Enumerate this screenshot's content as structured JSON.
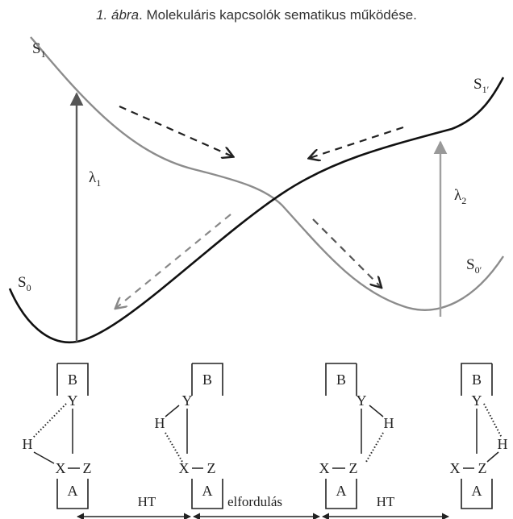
{
  "caption": {
    "label": "1. ábra",
    "text": ". Molekuláris kapcsolók sematikus működése."
  },
  "states": {
    "s1": {
      "main": "S",
      "sub": "1"
    },
    "s1p": {
      "main": "S",
      "sub": "1′"
    },
    "s0": {
      "main": "S",
      "sub": "0"
    },
    "s0p": {
      "main": "S",
      "sub": "0′"
    }
  },
  "wavelengths": {
    "l1": {
      "main": "λ",
      "sub": "1"
    },
    "l2": {
      "main": "λ",
      "sub": "2"
    }
  },
  "molecules": [
    {
      "box_top": "B",
      "box_bottom": "A",
      "y": "Y",
      "x": "X",
      "z": "Z",
      "h": "H"
    },
    {
      "box_top": "B",
      "box_bottom": "A",
      "y": "Y",
      "x": "X",
      "z": "Z",
      "h": "H"
    },
    {
      "box_top": "B",
      "box_bottom": "A",
      "y": "Y",
      "x": "X",
      "z": "Z",
      "h": "H"
    },
    {
      "box_top": "B",
      "box_bottom": "A",
      "y": "Y",
      "x": "X",
      "z": "Z",
      "h": "H"
    }
  ],
  "process_labels": {
    "ht_left": "HT",
    "rotation": "elfordulás",
    "ht_right": "HT"
  }
}
